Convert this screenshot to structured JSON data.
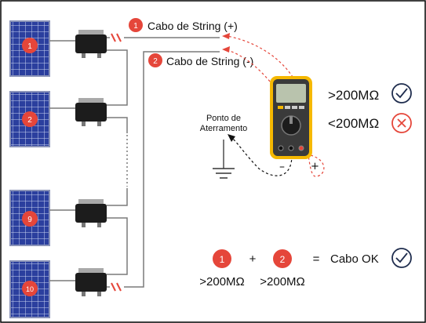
{
  "panels": [
    {
      "label": "1"
    },
    {
      "label": "2"
    },
    {
      "label": "9"
    },
    {
      "label": "10"
    }
  ],
  "cable_positive": {
    "number": "1",
    "label": "Cabo de String (+)"
  },
  "cable_negative": {
    "number": "2",
    "label": "Cabo de String (-)"
  },
  "ground": {
    "line1": "Ponto de",
    "line2": "Aterramento"
  },
  "probe_labels": {
    "negative": "–",
    "positive": "+"
  },
  "result_ok": {
    "label": ">200MΩ",
    "icon": "check-circle-icon"
  },
  "result_fail": {
    "label": "<200MΩ",
    "icon": "x-circle-icon"
  },
  "formula": {
    "term1": "1",
    "plus": "+",
    "term2": "2",
    "equals": "=",
    "result": "Cabo OK",
    "value1": ">200MΩ",
    "value2": ">200MΩ"
  },
  "colors": {
    "accent_red": "#e5463a",
    "dark_navy": "#1f2d4e",
    "meter_yellow": "#f5b800",
    "panel_blue": "#2b3f9e"
  }
}
